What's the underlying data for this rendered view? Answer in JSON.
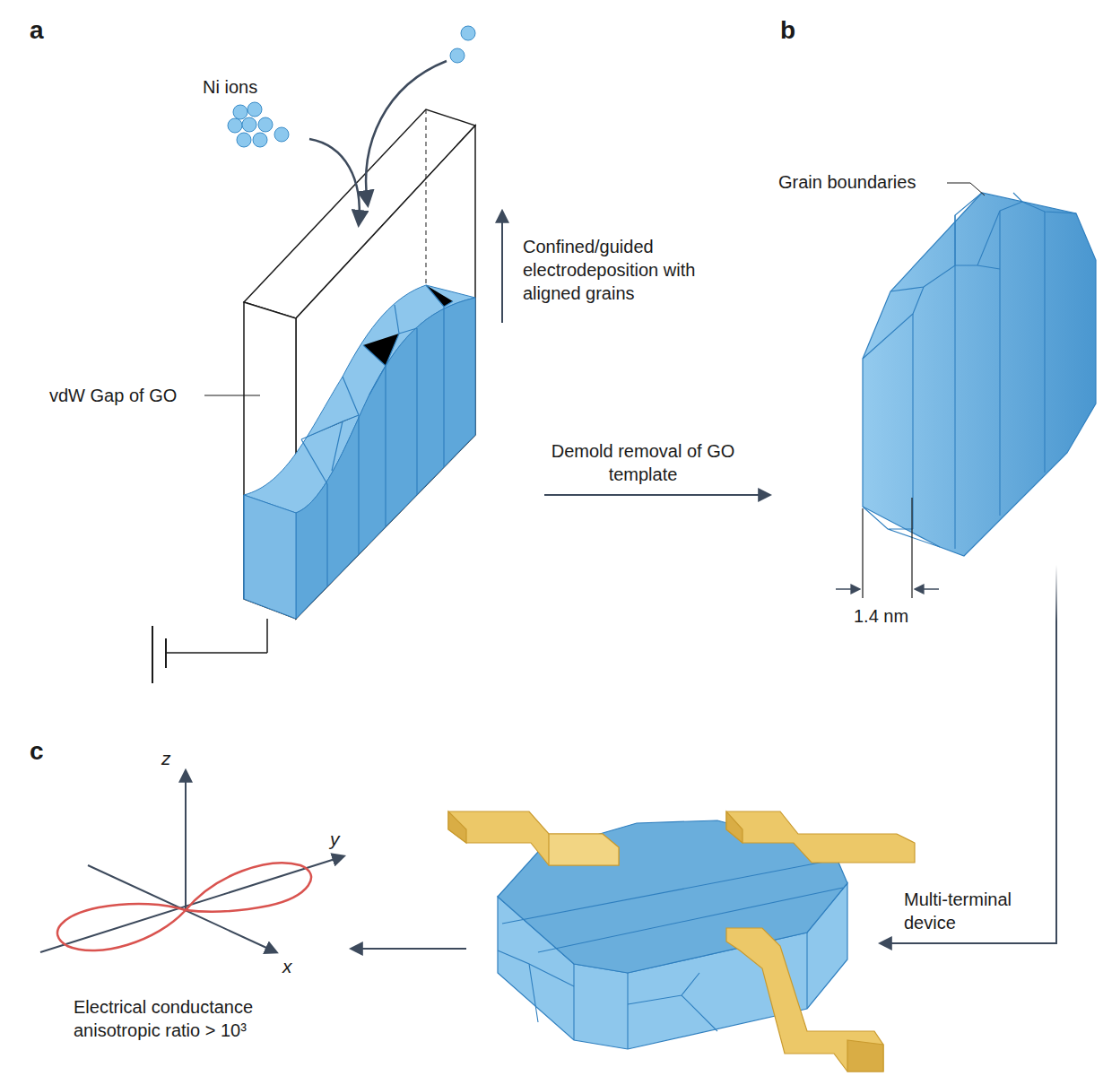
{
  "diagram": {
    "labels": [
      "a",
      "Ni ions",
      "Confined/guided electrodeposition with aligned grains",
      "vdW Gap of GO",
      "b",
      "Grain boundaries",
      "Demold removal of GO template",
      "1.4 nm",
      "c",
      "z",
      "y",
      "x",
      "Multi-terminal device",
      "Electrical conductance anisotropic ratio > 10³"
    ]
  }
}
